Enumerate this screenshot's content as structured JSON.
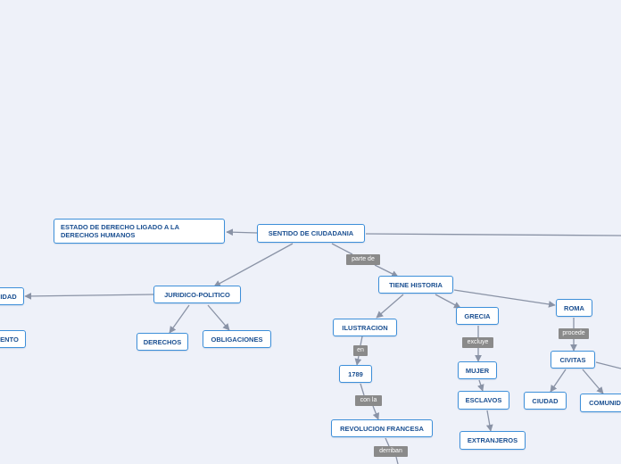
{
  "colors": {
    "node_border": "#3d8fd9",
    "node_text": "#1a4f91",
    "edge": "#8a93a6",
    "tag_bg": "#8a8a8a",
    "background": "#eef1f9"
  },
  "nodes": {
    "sentido": "SENTIDO DE CIUDADANIA",
    "estado": "ESTADO DE DERECHO LIGADO A LA DERECHOS HUMANOS",
    "juridico": "JURIDICO-POLITICO",
    "idad": "IDAD",
    "ento": "ENTO",
    "derechos": "DERECHOS",
    "obligaciones": "OBLIGACIONES",
    "tiene_historia": "TIENE HISTORIA",
    "ilustracion": "ILUSTRACION",
    "y1789": "1789",
    "revolucion": "REVOLUCION FRANCESA",
    "grecia": "GRECIA",
    "mujer": "MUJER",
    "esclavos": "ESCLAVOS",
    "extranjeros": "EXTRANJEROS",
    "roma": "ROMA",
    "civitas": "CIVITAS",
    "ciudad": "CIUDAD",
    "comunid": "COMUNID"
  },
  "labels": {
    "parte_de": "parte de",
    "en": "en",
    "con_la": "con la",
    "derriban": "derriban",
    "excluye": "excluye",
    "procede": "procede"
  }
}
